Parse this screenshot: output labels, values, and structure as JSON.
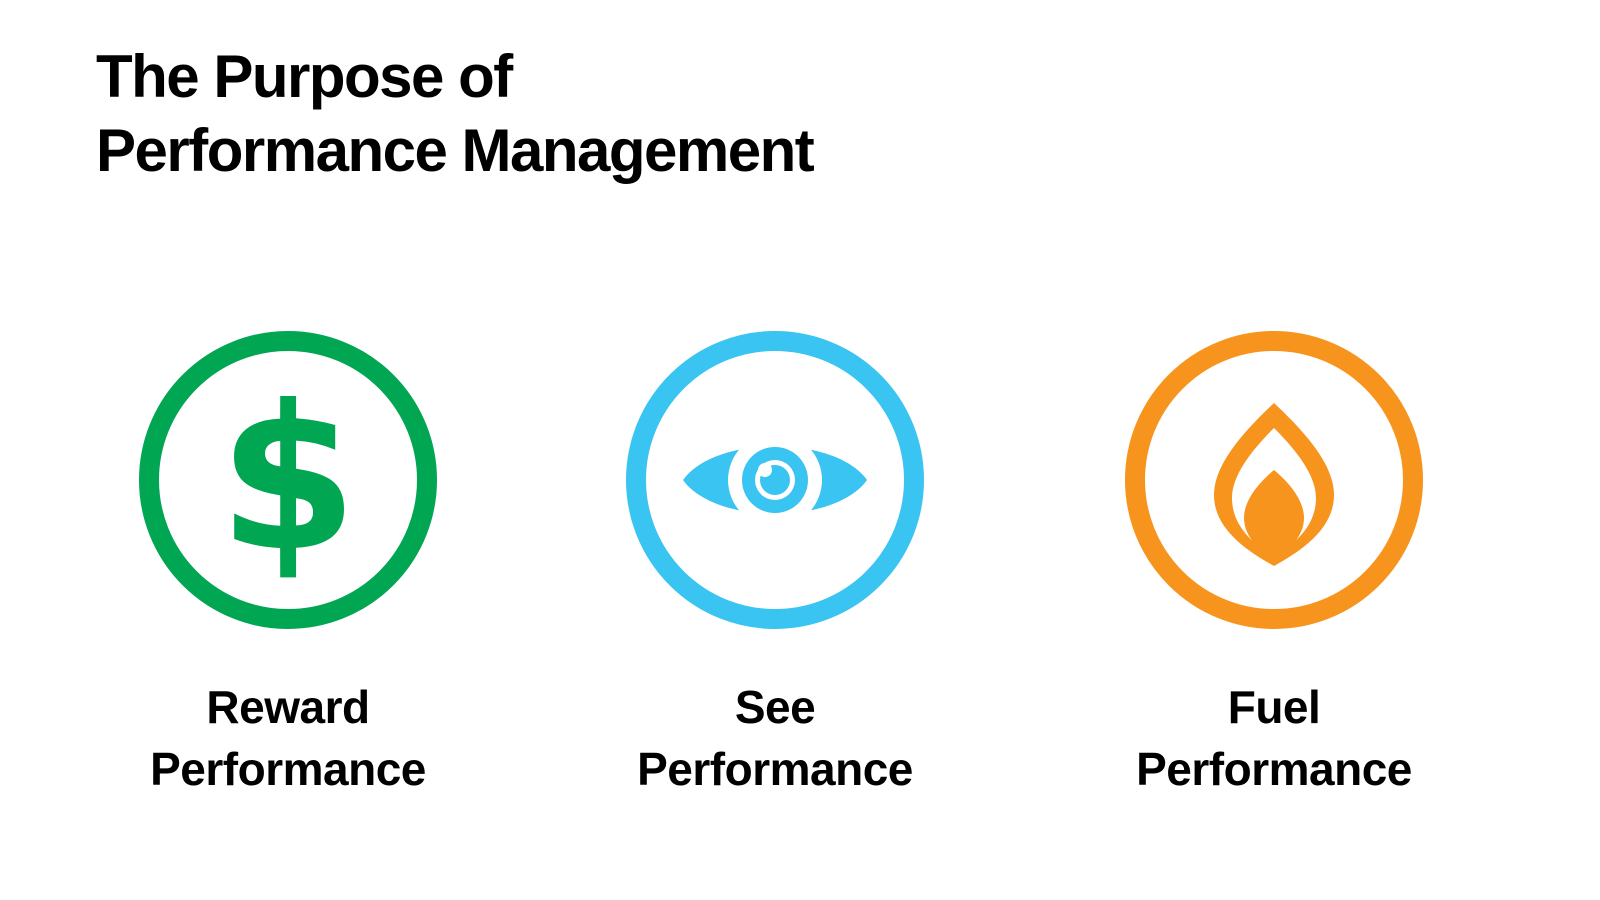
{
  "slide": {
    "title_line1": "The Purpose of",
    "title_line2": "Performance Management"
  },
  "items": [
    {
      "line1": "Reward",
      "line2": "Performance",
      "icon": "dollar-icon",
      "color": "#00A651"
    },
    {
      "line1": "See",
      "line2": "Performance",
      "icon": "eye-icon",
      "color": "#39C4F2"
    },
    {
      "line1": "Fuel",
      "line2": "Performance",
      "icon": "flame-icon",
      "color": "#F7941D"
    }
  ]
}
